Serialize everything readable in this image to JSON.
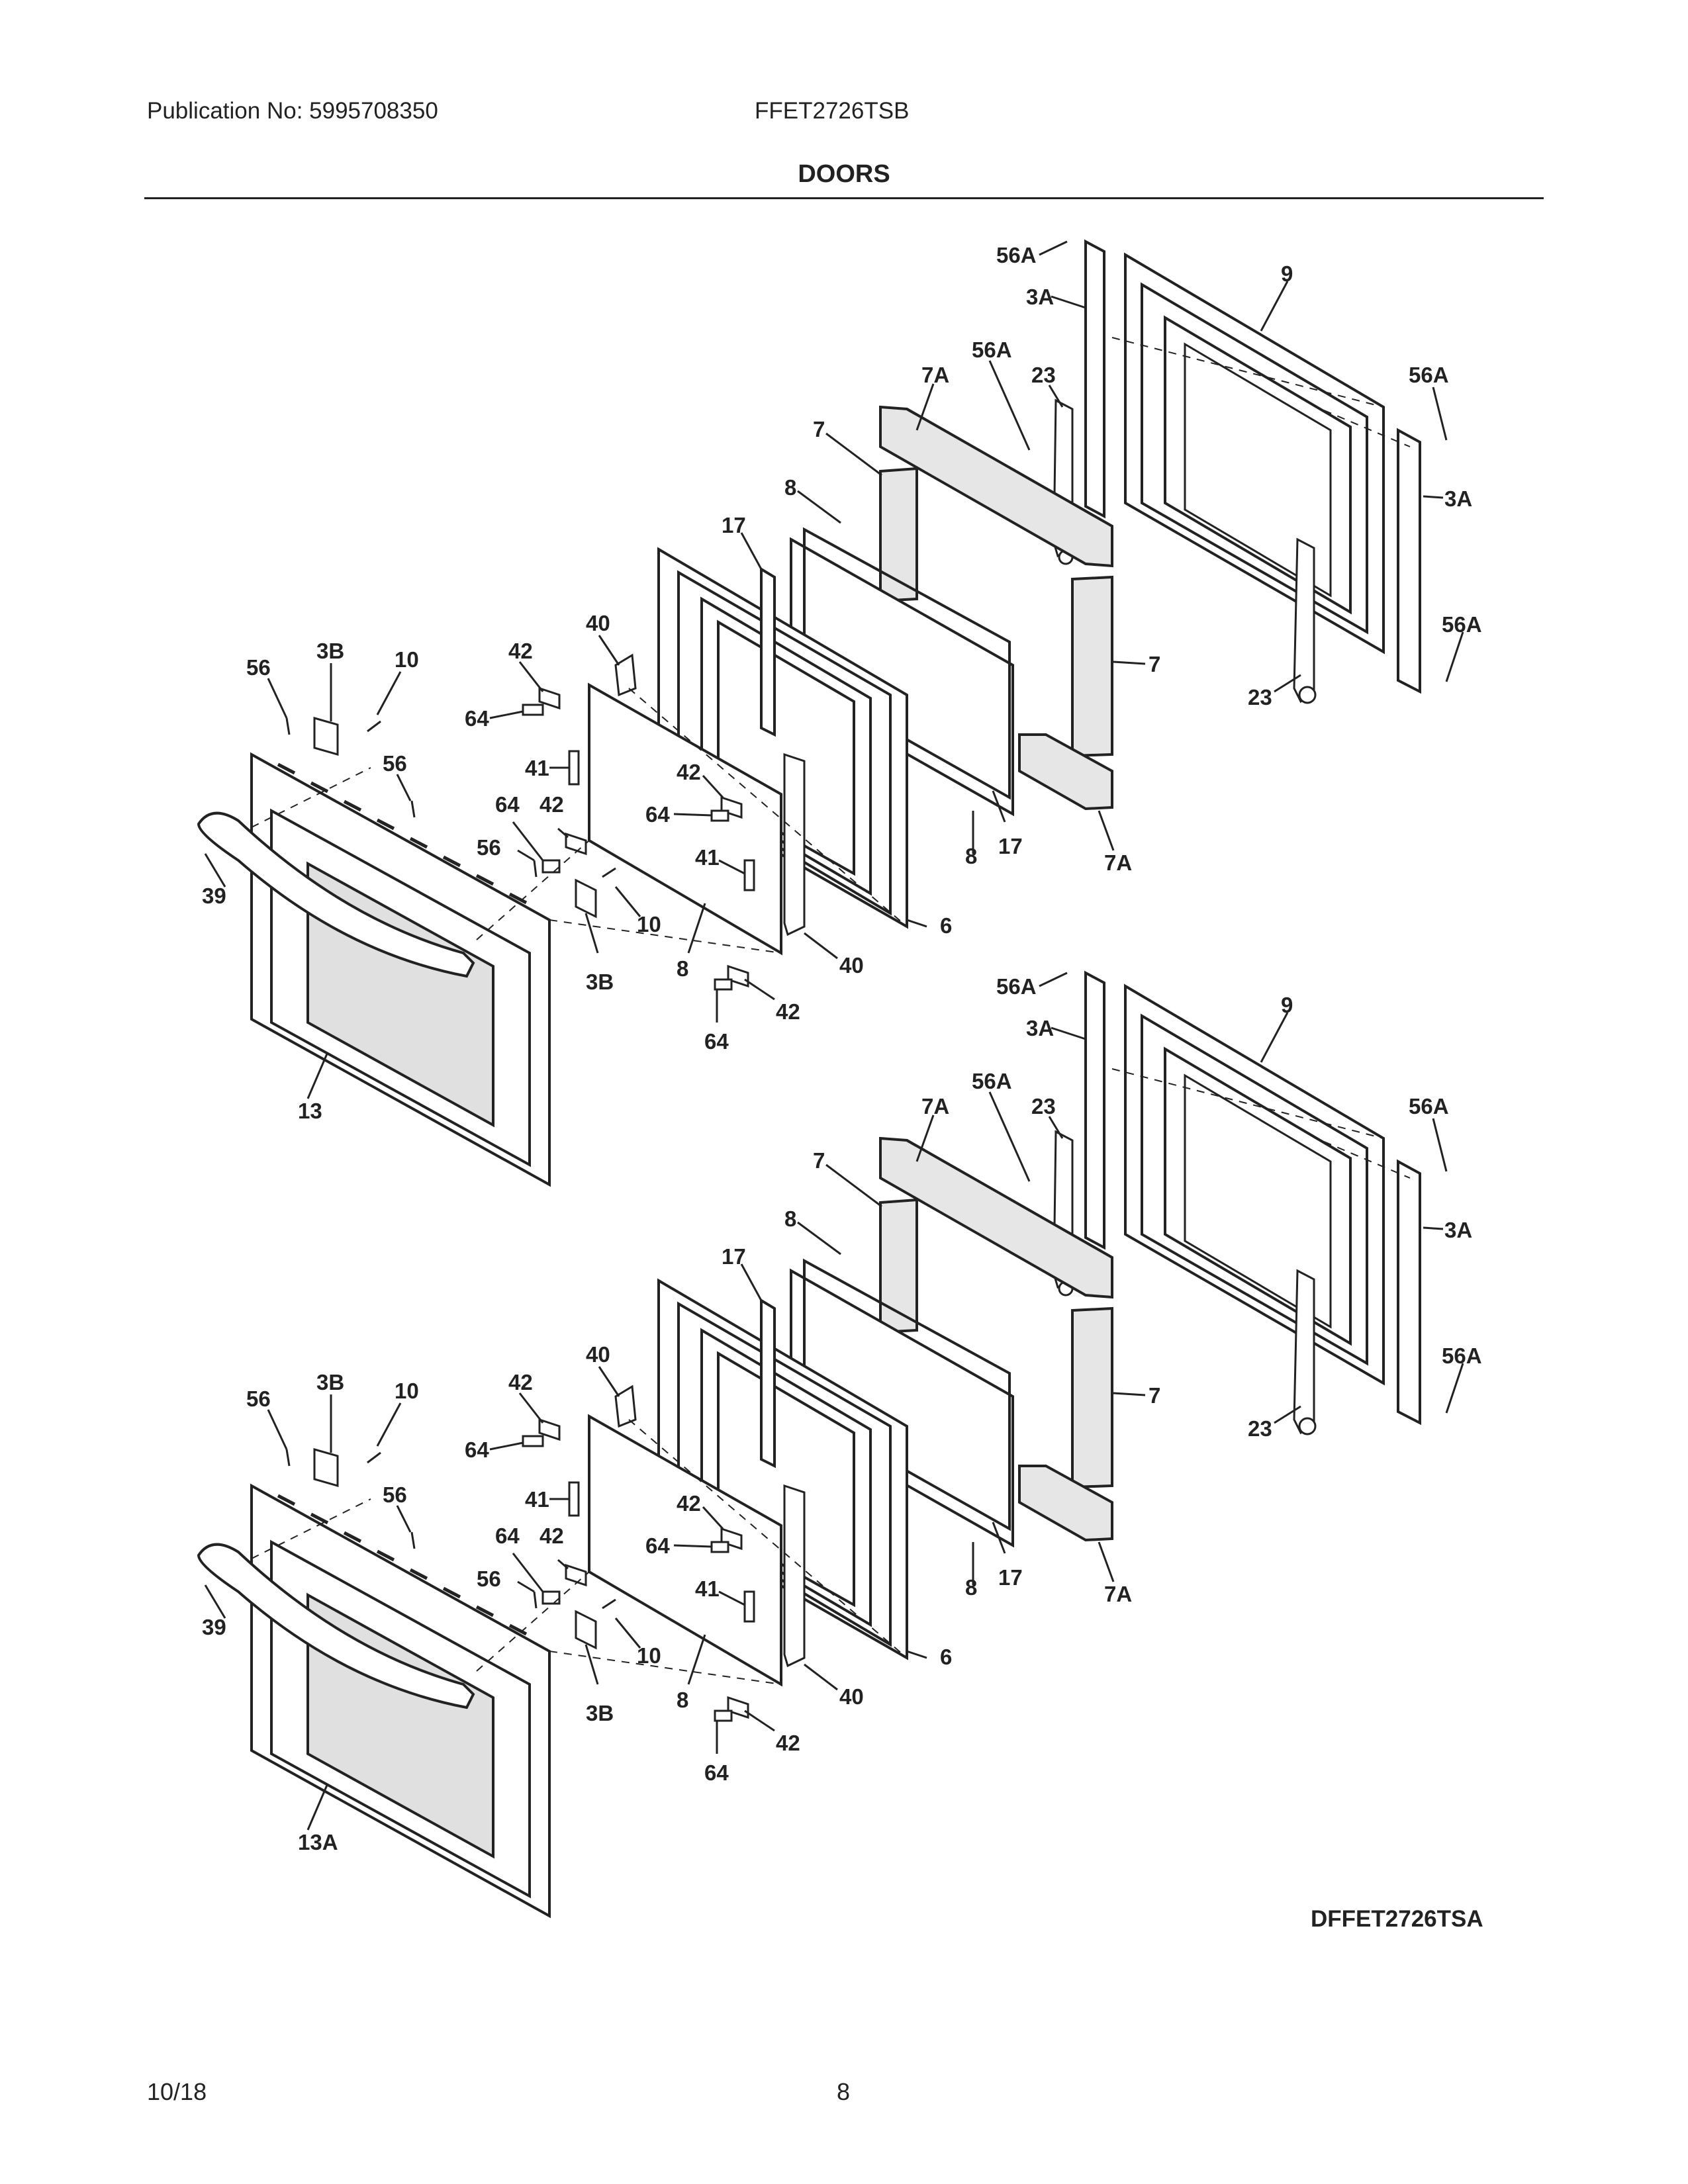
{
  "header": {
    "publication": "Publication No: 5995708350",
    "model": "FFET2726TSB",
    "title": "DOORS"
  },
  "diagram_id": "DFFET2726TSA",
  "footer": {
    "date": "10/18",
    "page": "8"
  },
  "upper_labels": [
    "56A",
    "3A",
    "9",
    "56A",
    "23",
    "7A",
    "56A",
    "3A",
    "7",
    "8",
    "17",
    "56A",
    "7",
    "23",
    "3B",
    "10",
    "56",
    "42",
    "40",
    "64",
    "56",
    "41",
    "42",
    "64",
    "64",
    "42",
    "56",
    "41",
    "39",
    "10",
    "3B",
    "8",
    "40",
    "6",
    "8",
    "17",
    "7A",
    "42",
    "64",
    "13"
  ],
  "lower_labels": [
    "56A",
    "3A",
    "9",
    "56A",
    "23",
    "7A",
    "56A",
    "3A",
    "7",
    "8",
    "17",
    "56A",
    "7",
    "23",
    "3B",
    "10",
    "56",
    "42",
    "40",
    "64",
    "56",
    "41",
    "42",
    "64",
    "64",
    "42",
    "56",
    "41",
    "39",
    "10",
    "3B",
    "8",
    "40",
    "6",
    "8",
    "17",
    "7A",
    "42",
    "64",
    "13A"
  ],
  "colors": {
    "line": "#222222",
    "panel_fill": "#e6e6e6",
    "glass_fill": "#e0e0e0"
  }
}
